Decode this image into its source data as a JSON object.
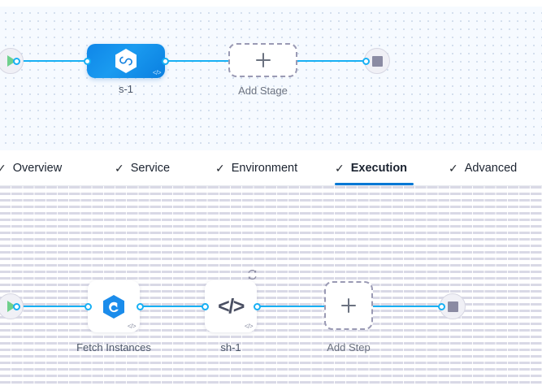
{
  "stage_canvas": {
    "name": "pipeline-stage-canvas",
    "start_node": {
      "icon": "play-icon",
      "title": "Pipeline Start"
    },
    "end_node": {
      "icon": "stop-icon",
      "title": "Pipeline End"
    },
    "stage": {
      "label": "s-1",
      "icon": "harness-deploy-hexagon-icon",
      "corner_icon": "code-icon",
      "corner_text": "</>"
    },
    "add_stage": {
      "label": "Add Stage",
      "icon": "plus-icon"
    }
  },
  "tabs": {
    "items": [
      {
        "label": "Overview",
        "tick": "✓",
        "active": false
      },
      {
        "label": "Service",
        "tick": "✓",
        "active": false
      },
      {
        "label": "Environment",
        "tick": "✓",
        "active": false
      },
      {
        "label": "Execution",
        "tick": "✓",
        "active": true
      },
      {
        "label": "Advanced",
        "tick": "✓",
        "active": false
      }
    ],
    "active_index": 3,
    "accent_color": "#0278d5"
  },
  "execution_canvas": {
    "name": "pipeline-execution-canvas",
    "start_node": {
      "icon": "play-icon",
      "title": "Execution Start"
    },
    "end_node": {
      "icon": "stop-icon",
      "title": "Execution End"
    },
    "steps": [
      {
        "label": "Fetch Instances",
        "icon": "harness-service-hexagon-icon",
        "corner_text": "</>",
        "has_retry_badge": false
      },
      {
        "label": "sh-1",
        "icon": "code-icon",
        "glyph": "</>",
        "corner_text": "</>",
        "has_retry_badge": true,
        "badge_icon": "retry-loop-icon"
      }
    ],
    "add_step": {
      "label": "Add Step",
      "icon": "plus-icon"
    }
  },
  "colors": {
    "edge": "#18b0f4",
    "stage_fill": "#1a9bf0",
    "accent": "#0278d5",
    "play": "#6fd08c",
    "stop": "#8b8ba3"
  }
}
